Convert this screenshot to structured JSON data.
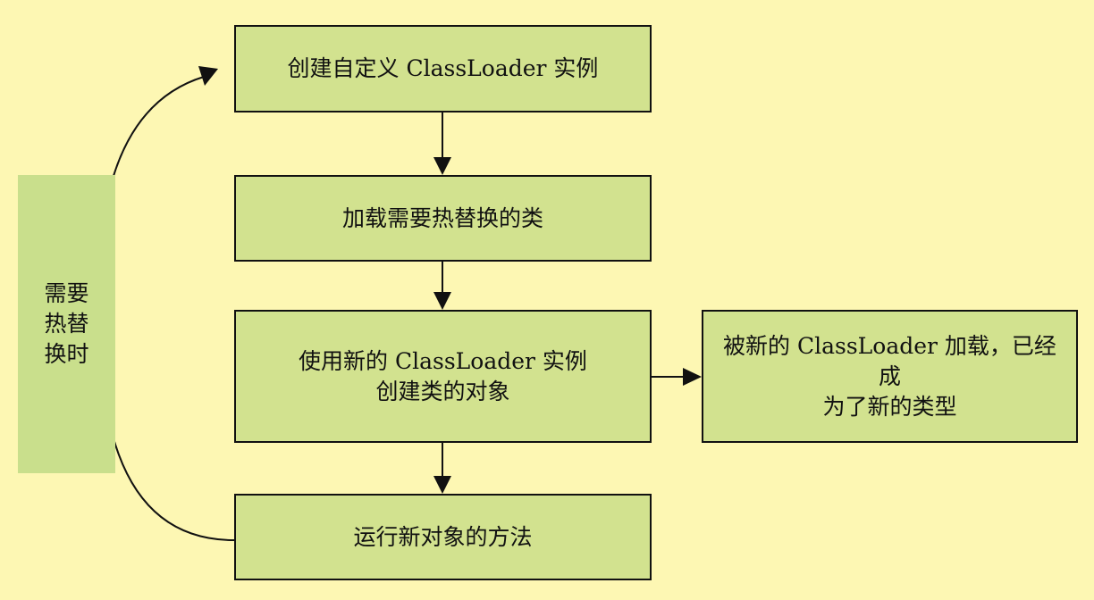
{
  "diagram": {
    "nodes": {
      "create_loader": {
        "text": "创建自定义 ClassLoader 实例"
      },
      "load_classes": {
        "text": "加载需要热替换的类"
      },
      "create_objects": {
        "line1": "使用新的 ClassLoader 实例",
        "line2": "创建类的对象"
      },
      "new_type": {
        "line1": "被新的 ClassLoader 加载，已经成",
        "line2": "为了新的类型"
      },
      "run_methods": {
        "text": "运行新对象的方法"
      }
    },
    "side_label": {
      "text": "需要热替换时"
    },
    "colors": {
      "background": "#fdf7b3",
      "node_fill": "#d2e28f",
      "side_label_fill": "#c9df8c",
      "stroke": "#111111"
    }
  }
}
